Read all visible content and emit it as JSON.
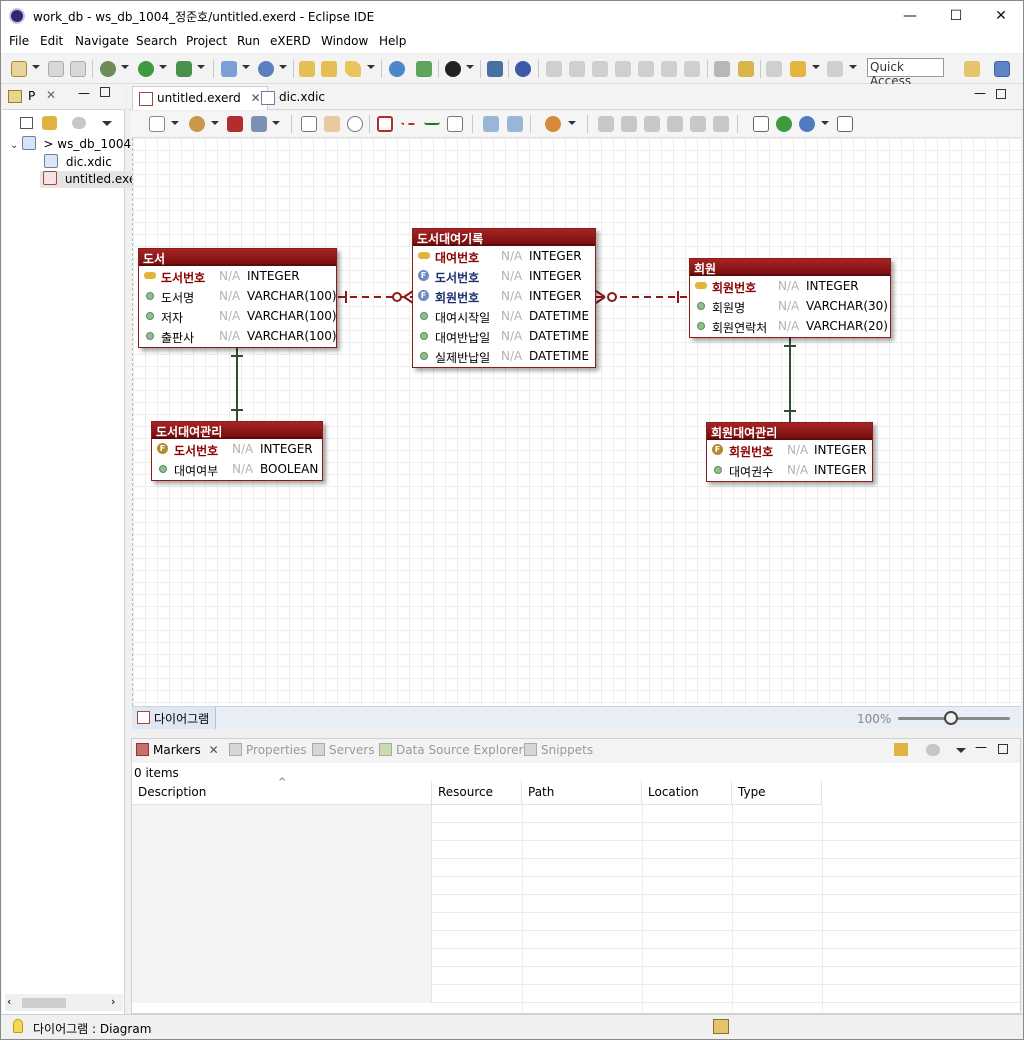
{
  "window": {
    "title": "work_db - ws_db_1004_정준호/untitled.exerd - Eclipse IDE",
    "minimize": "—",
    "maximize": "☐",
    "close": "✕"
  },
  "menu": [
    "File",
    "Edit",
    "Navigate",
    "Search",
    "Project",
    "Run",
    "eXERD",
    "Window",
    "Help"
  ],
  "toolbar": {
    "quick_access": "Quick Access"
  },
  "left_pane": {
    "tab_label": "P",
    "tree": [
      {
        "label": "> ws_db_1004",
        "icon": "project-icon"
      },
      {
        "label": "dic.xdic",
        "icon": "xdic-file-icon"
      },
      {
        "label": "untitled.exe",
        "icon": "exerd-file-icon"
      }
    ]
  },
  "editor_tabs": [
    {
      "label": "untitled.exerd",
      "active": true
    },
    {
      "label": "dic.xdic",
      "active": false
    }
  ],
  "entities": [
    {
      "name": "도서",
      "columns": [
        {
          "name": "도서번호",
          "na": "N/A",
          "type": "INTEGER",
          "key": "pk"
        },
        {
          "name": "도서명",
          "na": "N/A",
          "type": "VARCHAR(100)",
          "key": "none"
        },
        {
          "name": "저자",
          "na": "N/A",
          "type": "VARCHAR(100)",
          "key": "none"
        },
        {
          "name": "출판사",
          "na": "N/A",
          "type": "VARCHAR(100)",
          "key": "none"
        }
      ]
    },
    {
      "name": "도서대여기록",
      "columns": [
        {
          "name": "대여번호",
          "na": "N/A",
          "type": "INTEGER",
          "key": "pk"
        },
        {
          "name": "도서번호",
          "na": "N/A",
          "type": "INTEGER",
          "key": "fk"
        },
        {
          "name": "회원번호",
          "na": "N/A",
          "type": "INTEGER",
          "key": "fk"
        },
        {
          "name": "대여시작일",
          "na": "N/A",
          "type": "DATETIME",
          "key": "none"
        },
        {
          "name": "대여반납일",
          "na": "N/A",
          "type": "DATETIME",
          "key": "none"
        },
        {
          "name": "실제반납일",
          "na": "N/A",
          "type": "DATETIME",
          "key": "none"
        }
      ]
    },
    {
      "name": "회원",
      "columns": [
        {
          "name": "회원번호",
          "na": "N/A",
          "type": "INTEGER",
          "key": "pk"
        },
        {
          "name": "회원명",
          "na": "N/A",
          "type": "VARCHAR(30)",
          "key": "none"
        },
        {
          "name": "회원연락처",
          "na": "N/A",
          "type": "VARCHAR(20)",
          "key": "none"
        }
      ]
    },
    {
      "name": "도서대여관리",
      "columns": [
        {
          "name": "도서번호",
          "na": "N/A",
          "type": "INTEGER",
          "key": "pkfk"
        },
        {
          "name": "대여여부",
          "na": "N/A",
          "type": "BOOLEAN",
          "key": "none"
        }
      ]
    },
    {
      "name": "회원대여관리",
      "columns": [
        {
          "name": "회원번호",
          "na": "N/A",
          "type": "INTEGER",
          "key": "pkfk"
        },
        {
          "name": "대여권수",
          "na": "N/A",
          "type": "INTEGER",
          "key": "none"
        }
      ]
    }
  ],
  "diagram_bottom": {
    "tab_label": "다이어그램",
    "zoom": "100%"
  },
  "bottom_panel": {
    "tabs": [
      {
        "label": "Markers",
        "active": true
      },
      {
        "label": "Properties",
        "active": false
      },
      {
        "label": "Servers",
        "active": false
      },
      {
        "label": "Data Source Explorer",
        "active": false
      },
      {
        "label": "Snippets",
        "active": false
      }
    ],
    "items_count": "0 items",
    "columns": [
      "Description",
      "Resource",
      "Path",
      "Location",
      "Type"
    ]
  },
  "status": {
    "text": "다이어그램 : Diagram"
  },
  "colors": {
    "entity_header": "#8b1a1a",
    "relation_line": "#8b1a1a",
    "identifying_line": "#2f4f2f"
  }
}
